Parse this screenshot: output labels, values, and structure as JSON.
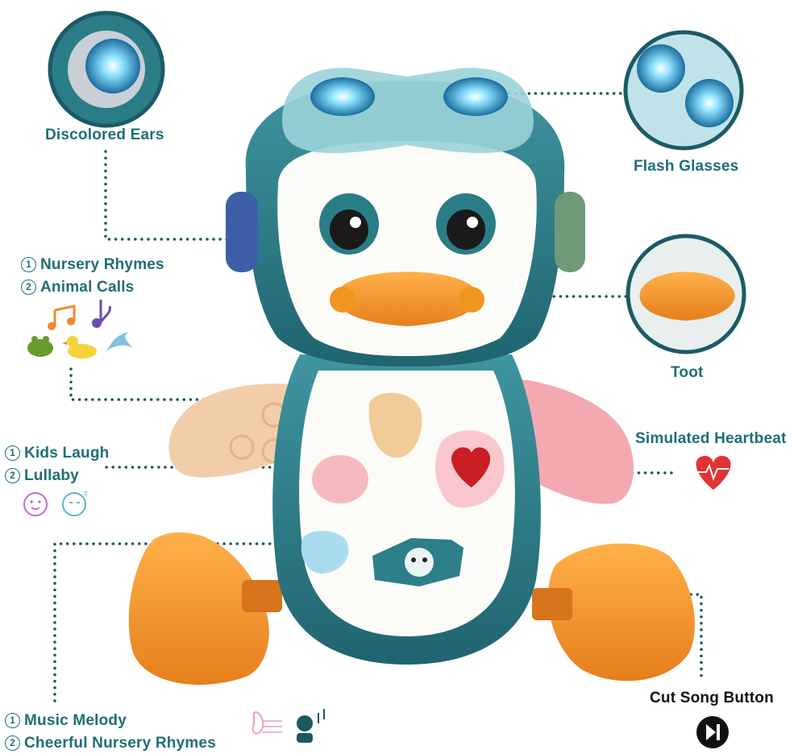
{
  "colors": {
    "label": "#1f6f73",
    "dots": "#1a5a5e",
    "body_teal": "#2f7f88",
    "beak_orange": "#f0912b",
    "heart_red": "#e23232"
  },
  "callouts": {
    "discolored_ears": "Discolored Ears",
    "flash_glasses": "Flash Glasses",
    "toot": "Toot",
    "simulated_heartbeat": "Simulated Heartbeat",
    "cut_song_button": "Cut Song Button"
  },
  "feature_lists": {
    "sounds": {
      "items": [
        {
          "num": "1",
          "text": "Nursery Rhymes"
        },
        {
          "num": "2",
          "text": "Animal Calls"
        }
      ]
    },
    "laugh": {
      "items": [
        {
          "num": "1",
          "text": "Kids Laugh"
        },
        {
          "num": "2",
          "text": "Lullaby"
        }
      ]
    },
    "music": {
      "items": [
        {
          "num": "1",
          "text": "Music Melody"
        },
        {
          "num": "2",
          "text": "Cheerful Nursery Rhymes"
        }
      ]
    }
  },
  "icons": [
    "music-note-icon",
    "frog-icon",
    "duck-icon",
    "bird-icon",
    "baby-face-icon",
    "sleeping-baby-icon",
    "music-sheet-icon",
    "singer-icon",
    "heart-pulse-icon",
    "skip-next-icon"
  ]
}
